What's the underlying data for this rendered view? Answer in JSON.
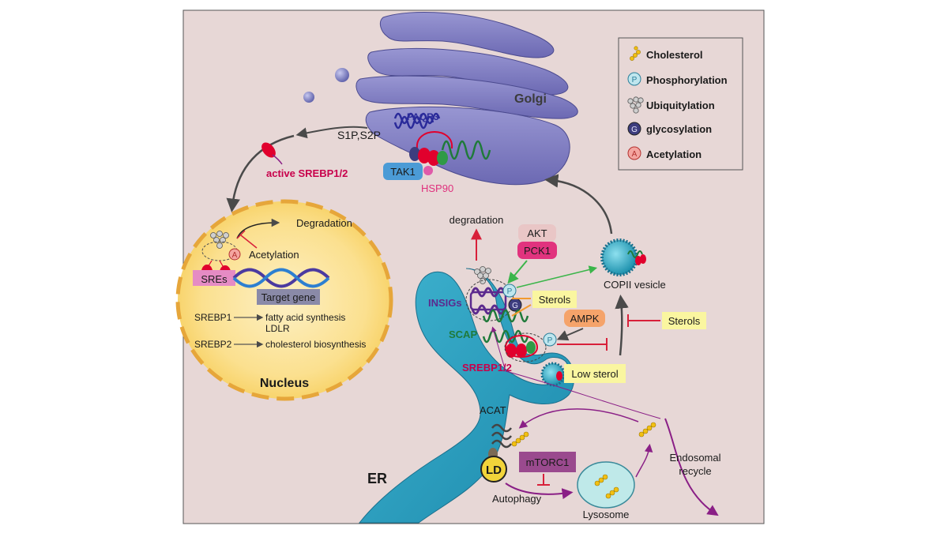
{
  "labels": {
    "golgi": "Golgi",
    "paqr3": "PAQR3",
    "s1p_s2p": "S1P,S2P",
    "tak1": "TAK1",
    "hsp90": "HSP90",
    "active_srebp": "active SREBP1/2",
    "degradation_nucleus": "Degradation",
    "acetylation_nucleus": "Acetylation",
    "sres": "SREs",
    "target_gene": "Target gene",
    "srebp1": "SREBP1",
    "srebp1_targets_line1": "fatty acid synthesis",
    "srebp1_targets_line2": "LDLR",
    "srebp2": "SREBP2",
    "srebp2_targets": "cholesterol biosynthesis",
    "nucleus": "Nucleus",
    "degradation_er": "degradation",
    "akt": "AKT",
    "pck1": "PCK1",
    "insigs": "INSIGs",
    "sterols_1": "Sterols",
    "scap": "SCAP",
    "ampk": "AMPK",
    "sterols_2": "Sterols",
    "srebp12": "SREBP1/2",
    "copii": "COPII vesicle",
    "low_sterol": "Low sterol",
    "acat": "ACAT",
    "er": "ER",
    "ld": "LD",
    "mtorc1": "mTORC1",
    "autophagy": "Autophagy",
    "lysosome": "Lysosome",
    "endosomal_line1": "Endosomal",
    "endosomal_line2": "recycle",
    "badge_p": "P",
    "badge_g": "G",
    "badge_a": "A"
  },
  "legend": [
    {
      "icon": "cholesterol-icon",
      "label": "Cholesterol"
    },
    {
      "icon": "phosphorylation-icon",
      "label": "Phosphorylation"
    },
    {
      "icon": "ubiquitylation-icon",
      "label": "Ubiquitylation"
    },
    {
      "icon": "glycosylation-icon",
      "label": "glycosylation"
    },
    {
      "icon": "acetylation-icon",
      "label": "Acetylation"
    }
  ],
  "colors": {
    "cell_bg": "#e7d7d6",
    "golgi": "#7f7dbf",
    "er": "#2aa2c0",
    "nucleus": "#fad36b",
    "srebp_red": "#e1002d",
    "scap_green": "#1f7a3a",
    "insig_purple": "#5c2a8e",
    "magenta_text": "#c8004b",
    "paqr3_blue": "#2a2a9a",
    "cholesterol": "#f2c012"
  }
}
